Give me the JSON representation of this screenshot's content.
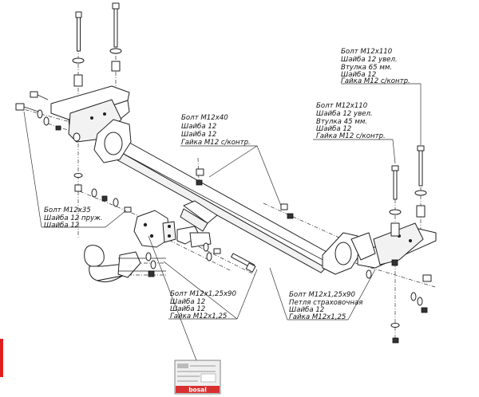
{
  "callouts": {
    "bolt_group_top_right": [
      "Болт М12х110",
      "Шайба 12 увел.",
      "Втулка 65 мм.",
      "Шайба 12",
      "Гайка М12 с/контр."
    ],
    "bolt_group_mid_right": [
      "Болт М12х110",
      "Шайба 12 увел.",
      "Втулка 45 мм.",
      "Шайба 12",
      "Гайка М12 с/контр."
    ],
    "bolt_group_center": [
      "Болт М12х40",
      "Шайба 12",
      "Шайба 12",
      "Гайка М12 с/контр."
    ],
    "bolt_group_left": [
      "Болт М12х35",
      "Шайба 12 пруж.",
      "Шайба 12"
    ],
    "bolt_group_bottom_left": [
      "Болт М12х1,25х90",
      "Шайба 12",
      "Шайба 12",
      "Гайка М12х1,25"
    ],
    "bolt_group_bottom_right": [
      "Болт М12х1,25х90",
      "Петля страховочная",
      "Шайба 12",
      "Гайка М12х1,25"
    ]
  },
  "nameplate": {
    "brand": "bosal"
  },
  "colors": {
    "line": "#222222",
    "marker_red": "#e02020",
    "plate_red": "#d83030"
  }
}
